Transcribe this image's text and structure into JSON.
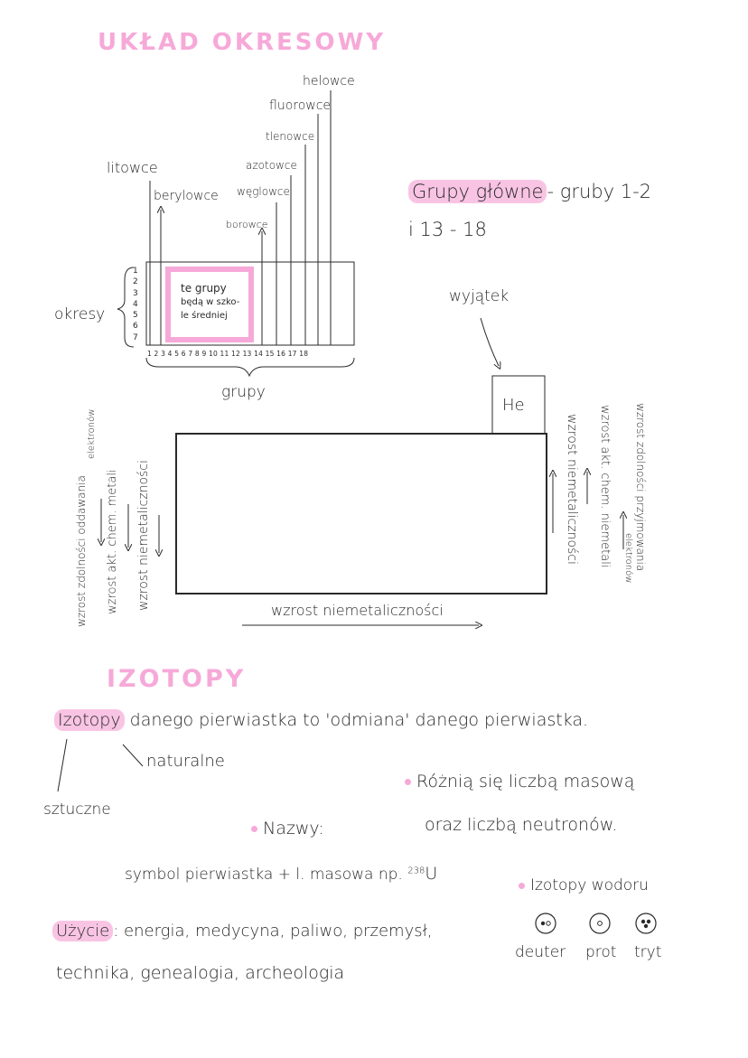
{
  "periodic": {
    "title": "UKŁAD OKRESOWY",
    "groups_top": {
      "litowce": "litowce",
      "berylowce": "berylowce",
      "borowce": "borowce",
      "weglowce": "węglowce",
      "azotowce": "azotowce",
      "tlenowce": "tlenowce",
      "fluorowce": "fluorowce",
      "helowce": "helowce"
    },
    "periods_label": "okresy",
    "period_numbers": [
      "1",
      "2",
      "3",
      "4",
      "5",
      "6",
      "7"
    ],
    "group_numbers": "1 2 3 4 5 6 7 8 9 10 11 12 13 14 15 16 17 18",
    "groups_label": "grupy",
    "box_note_line1": "te grupy",
    "box_note_line2": "będą w szko-",
    "box_note_line3": "le średniej",
    "main_groups_line1": "Grupy główne",
    "main_groups_line1b": "- gruby 1-2",
    "main_groups_line2": "i 13 - 18",
    "exception": "wyjątek",
    "he": "He",
    "left_trend1": "wzrost zdolności oddawania",
    "left_trend1b": "elektronów",
    "left_trend2": "wzrost akt. chem. metali",
    "left_trend3": "wzrost niemetaliczności",
    "right_trend1": "wzrost niemetaliczności",
    "right_trend2": "wzrost akt. chem. niemetali",
    "right_trend3": "wzrost zdolności przyjmowania",
    "right_trend3b": "elektronów",
    "bottom_trend": "wzrost niemetaliczności"
  },
  "isotopes": {
    "title": "IZOTOPY",
    "definition_highlight": "Izotopy",
    "definition_rest": "danego pierwiastka to 'odmiana' danego pierwiastka.",
    "natural": "naturalne",
    "artificial": "sztuczne",
    "differ_line1": "Różnią się liczbą masową",
    "differ_line2": "oraz liczbą neutronów.",
    "names_label": "Nazwy:",
    "names_rule": "symbol pierwiastka + l. masowa np.",
    "example_mass": "238",
    "example_symbol": "U",
    "hydrogen_title": "Izotopy wodoru",
    "hydrogen": [
      "deuter",
      "prot",
      "tryt"
    ],
    "usage_highlight": "Użycie",
    "usage_line1": ": energia, medycyna, paliwo, przemysł,",
    "usage_line2": "technika, genealogia, archeologia"
  },
  "colors": {
    "accent_pink": "#f6a9d8",
    "highlight_pink": "#f9c4e4",
    "ink": "#2a2a2a"
  }
}
